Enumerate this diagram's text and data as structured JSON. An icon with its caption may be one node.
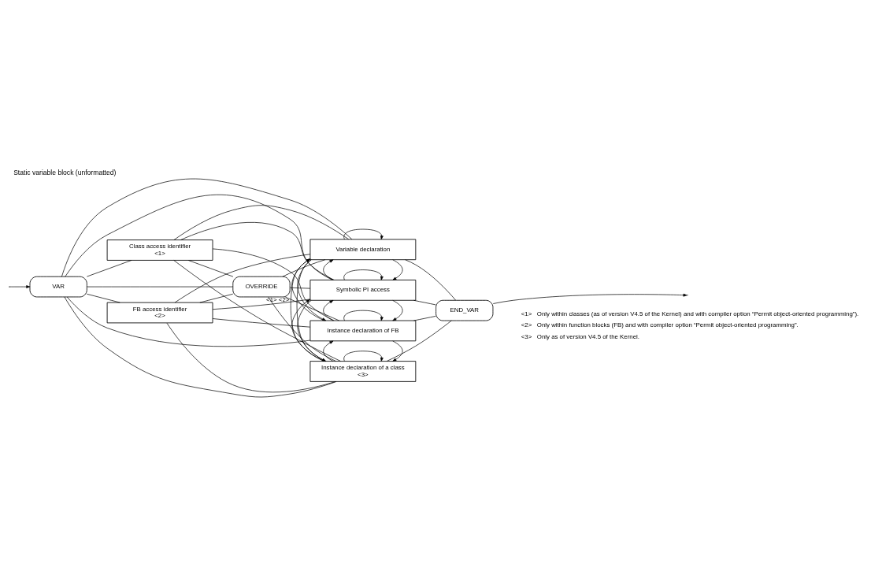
{
  "diagram": {
    "title": "Static variable block (unformatted)",
    "nodes": [
      {
        "text": [
          "VAR"
        ]
      },
      {
        "text": [
          "Class access identifier",
          "<1>"
        ]
      },
      {
        "text": [
          "FB access identifier",
          "<2>"
        ]
      },
      {
        "text": [
          "OVERRIDE"
        ],
        "beside": [
          "<1> <2>"
        ]
      },
      {
        "text": [
          "Variable declaration"
        ]
      },
      {
        "text": [
          "Symbolic PI access"
        ]
      },
      {
        "text": [
          "Instance declaration of FB"
        ]
      },
      {
        "text": [
          "Instance declaration of a class",
          "<3>"
        ]
      },
      {
        "text": [
          "END_VAR"
        ]
      }
    ],
    "edges": [
      {
        "from": null,
        "to": 0,
        "arrow": "to"
      },
      {
        "from": 0,
        "to": 1,
        "arrow": "none"
      },
      {
        "from": 0,
        "to": 2,
        "arrow": "none"
      },
      {
        "from": 0,
        "to": 3,
        "arrow": "none"
      },
      {
        "from": 0,
        "to": 4,
        "arrow": "none"
      },
      {
        "from": 0,
        "to": 5,
        "arrow": "none"
      },
      {
        "from": 0,
        "to": 6,
        "arrow": "none"
      },
      {
        "from": 0,
        "to": 7,
        "arrow": "none"
      },
      {
        "from": 1,
        "to": 3,
        "arrow": "none"
      },
      {
        "from": 1,
        "to": 4,
        "arrow": "none"
      },
      {
        "from": 1,
        "to": 5,
        "arrow": "none"
      },
      {
        "from": 1,
        "to": 6,
        "arrow": "none"
      },
      {
        "from": 1,
        "to": 7,
        "arrow": "none"
      },
      {
        "from": 2,
        "to": 3,
        "arrow": "none"
      },
      {
        "from": 2,
        "to": 4,
        "arrow": "none"
      },
      {
        "from": 2,
        "to": 5,
        "arrow": "none"
      },
      {
        "from": 2,
        "to": 6,
        "arrow": "none"
      },
      {
        "from": 2,
        "to": 7,
        "arrow": "none"
      },
      {
        "from": 3,
        "to": 4,
        "arrow": "none"
      },
      {
        "from": 3,
        "to": 5,
        "arrow": "none"
      },
      {
        "from": 3,
        "to": 6,
        "arrow": "none"
      },
      {
        "from": 3,
        "to": 7,
        "arrow": "none"
      },
      {
        "from": 4,
        "to": 8,
        "arrow": "none"
      },
      {
        "from": 5,
        "to": 8,
        "arrow": "none"
      },
      {
        "from": 6,
        "to": 8,
        "arrow": "none"
      },
      {
        "from": 7,
        "to": 8,
        "arrow": "none"
      },
      {
        "from": 4,
        "to": 4,
        "arrow": "to"
      },
      {
        "from": 4,
        "to": 5,
        "arrow": "to"
      },
      {
        "from": 4,
        "to": 6,
        "arrow": "to"
      },
      {
        "from": 4,
        "to": 7,
        "arrow": "to"
      },
      {
        "from": 5,
        "to": 4,
        "arrow": "to"
      },
      {
        "from": 5,
        "to": 5,
        "arrow": "to"
      },
      {
        "from": 5,
        "to": 6,
        "arrow": "to"
      },
      {
        "from": 5,
        "to": 7,
        "arrow": "to"
      },
      {
        "from": 6,
        "to": 4,
        "arrow": "to"
      },
      {
        "from": 6,
        "to": 5,
        "arrow": "to"
      },
      {
        "from": 6,
        "to": 6,
        "arrow": "to"
      },
      {
        "from": 6,
        "to": 7,
        "arrow": "to"
      },
      {
        "from": 7,
        "to": 4,
        "arrow": "to"
      },
      {
        "from": 7,
        "to": 5,
        "arrow": "to"
      },
      {
        "from": 7,
        "to": 6,
        "arrow": "to"
      },
      {
        "from": 7,
        "to": 7,
        "arrow": "to"
      },
      {
        "from": 8,
        "to": null,
        "arrow": "to"
      }
    ],
    "labels": [
      "<1>",
      "Only within classes (as of version V4.5 of the Kernel) and with compiler option “Permit object-oriented programming”).",
      "<2>",
      "Only within function blocks (FB) and with compiler option “Permit object-oriented programming”.",
      "<3>",
      "Only as of version V4.5 of the Kernel."
    ]
  }
}
